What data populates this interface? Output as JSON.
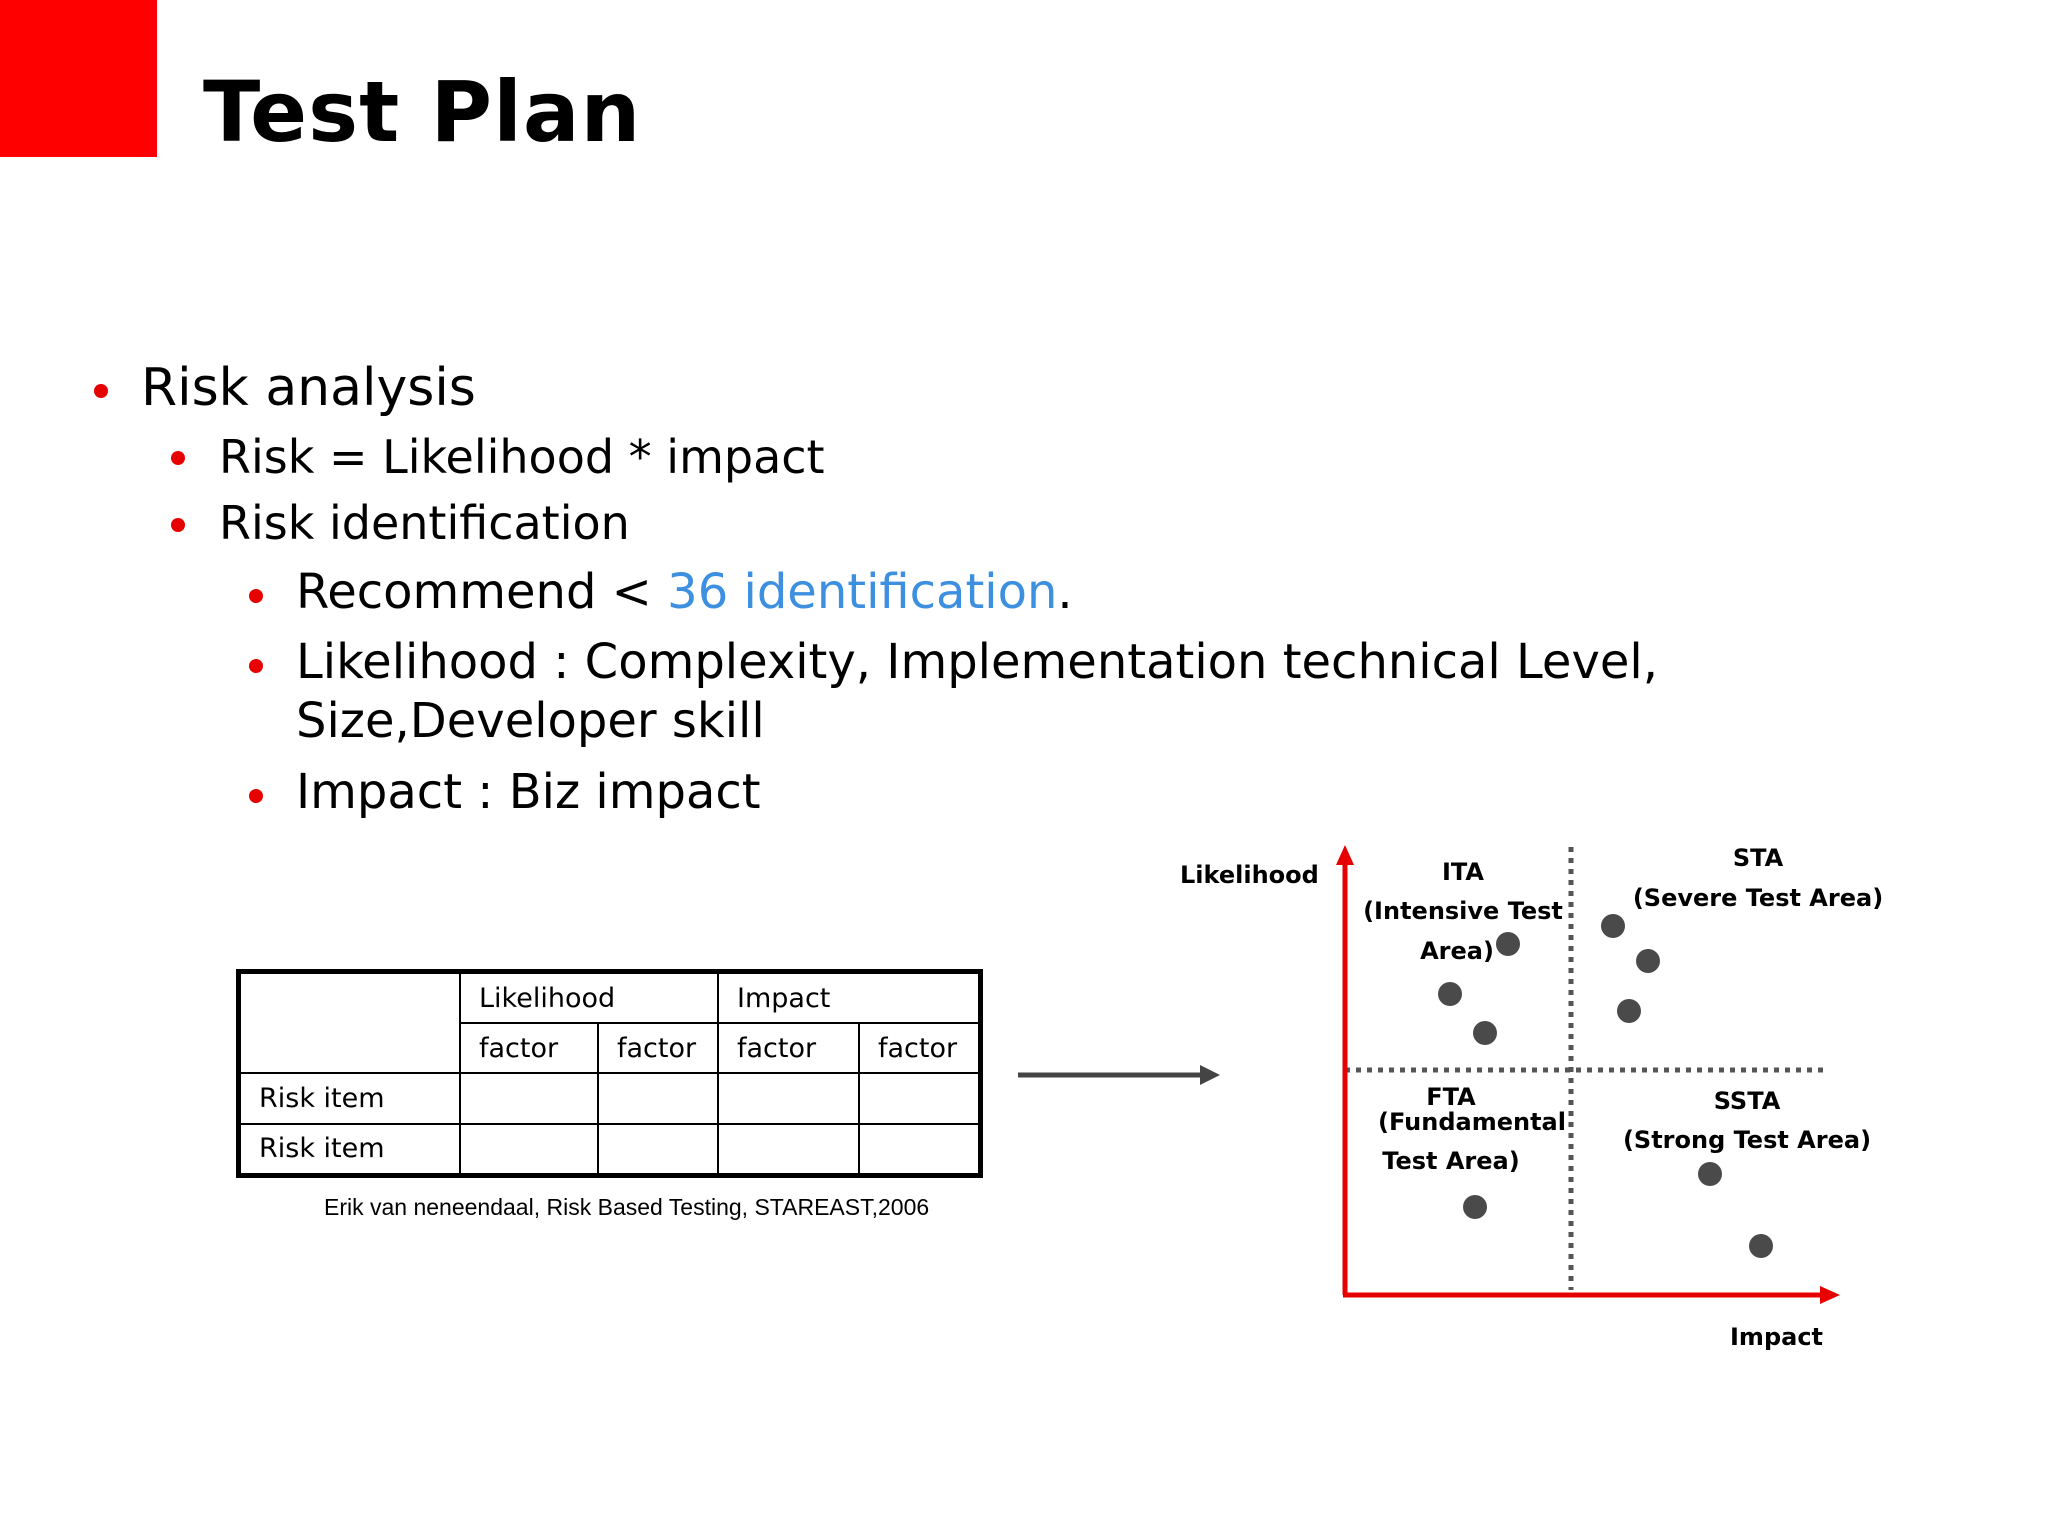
{
  "slide": {
    "title": "Test Plan",
    "accent_color": "#ff0000",
    "link_color": "#3d8fe0"
  },
  "bullets": {
    "risk_analysis": "Risk analysis",
    "risk_formula": "Risk = Likelihood * impact",
    "risk_identification": "Risk identification",
    "recommend_prefix": "Recommend < ",
    "recommend_link": "36 identification",
    "recommend_suffix": ".",
    "likelihood_line1": "Likelihood : Complexity, Implementation technical Level,",
    "likelihood_line2": "Size,Developer skill",
    "impact": "Impact : Biz impact"
  },
  "table": {
    "header_likelihood": "Likelihood",
    "header_impact": "Impact",
    "factor_labels": [
      "factor",
      "factor",
      "factor",
      "factor"
    ],
    "rows": [
      "Risk item",
      "Risk item"
    ]
  },
  "caption": "Erik van neneendaal, Risk Based Testing, STAREAST,2006",
  "matrix": {
    "y_axis_label": "Likelihood",
    "x_axis_label": "Impact",
    "axis_color": "#e60000",
    "quadrants": {
      "ita": [
        "ITA",
        "(Intensive Test",
        "Area)"
      ],
      "sta": [
        "STA",
        "(Severe Test Area)"
      ],
      "fta": [
        "FTA",
        "(Fundamental",
        "Test Area)"
      ],
      "ssta": [
        "SSTA",
        "(Strong Test Area)"
      ]
    }
  }
}
